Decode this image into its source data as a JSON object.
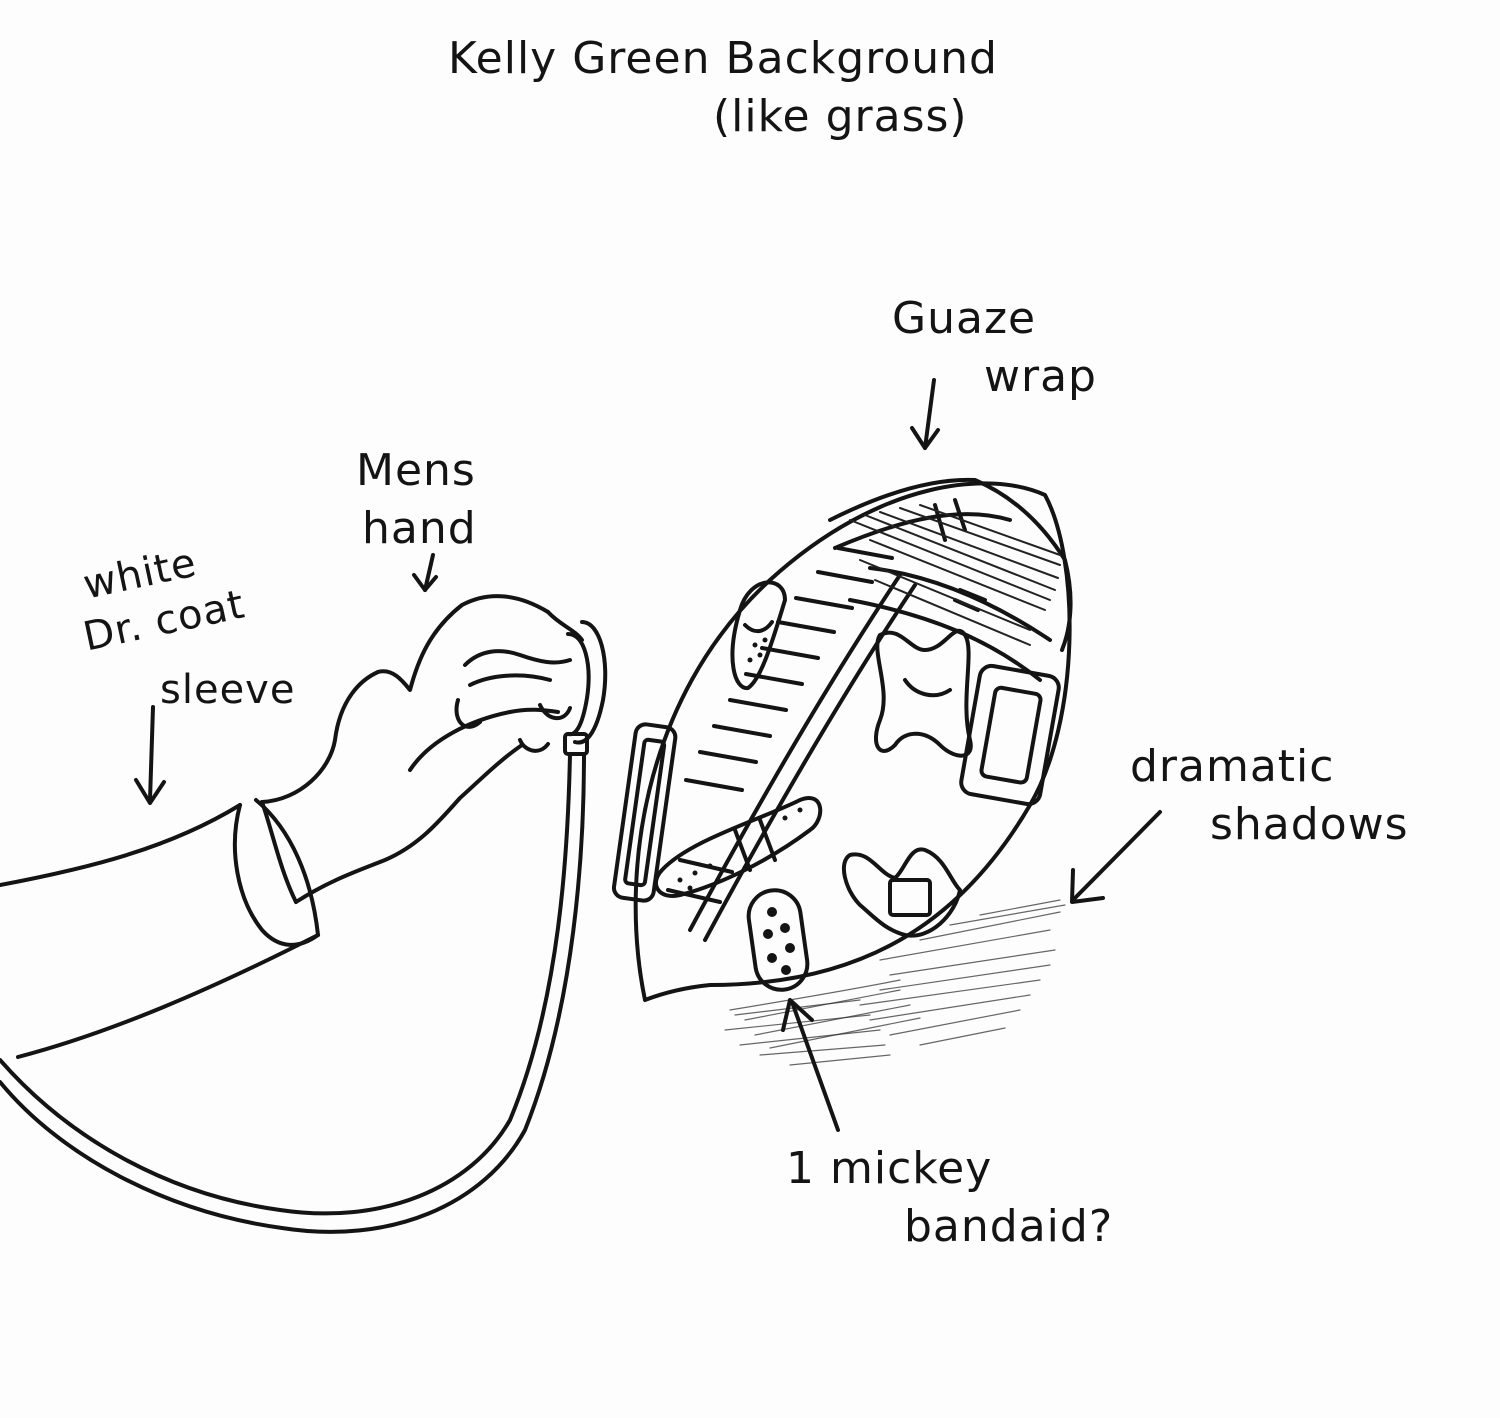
{
  "notes": {
    "background": [
      "Kelly Green Background",
      "(like grass)"
    ],
    "gauze": [
      "Guaze",
      "wrap"
    ],
    "hand": [
      "Mens",
      "hand"
    ],
    "sleeve": [
      "white",
      "Dr. coat",
      "sleeve"
    ],
    "shadows": [
      "dramatic",
      "shadows"
    ],
    "mickey": [
      "1 mickey",
      "bandaid?"
    ]
  }
}
